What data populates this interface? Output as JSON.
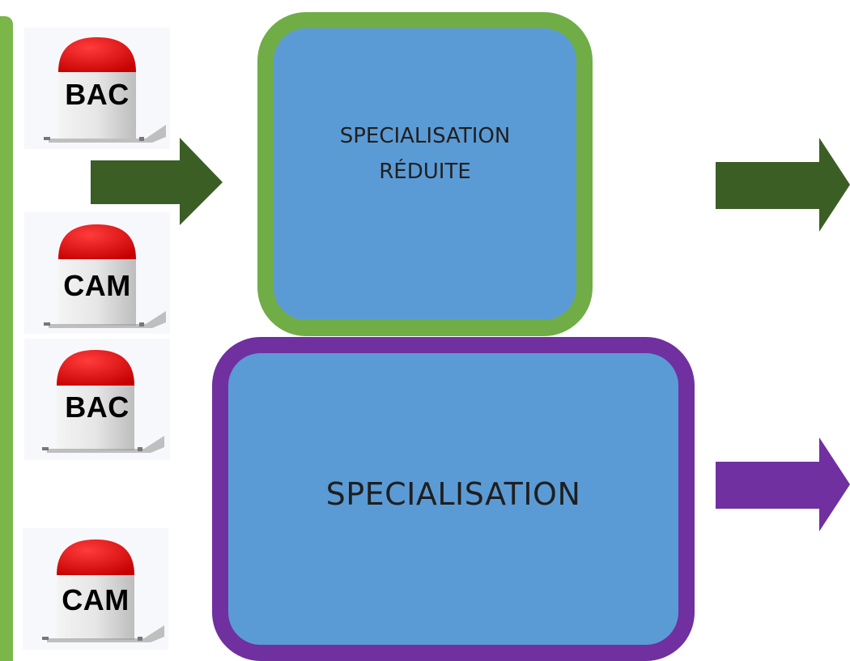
{
  "milestones": [
    {
      "label": "BAC"
    },
    {
      "label": "CAM"
    },
    {
      "label": "BAC"
    },
    {
      "label": "CAM"
    }
  ],
  "boxes": {
    "reduced": {
      "text": "SPECIALISATION\nRÉDUITE"
    },
    "main": {
      "text": "SPECIALISATION"
    }
  },
  "colors": {
    "box_fill": "#5b9bd5",
    "green_border": "#70ad47",
    "purple_border": "#7030a0",
    "dark_green_arrow": "#3b5e25",
    "purple_arrow": "#7030a0",
    "milestone_cap": "#e60000"
  }
}
